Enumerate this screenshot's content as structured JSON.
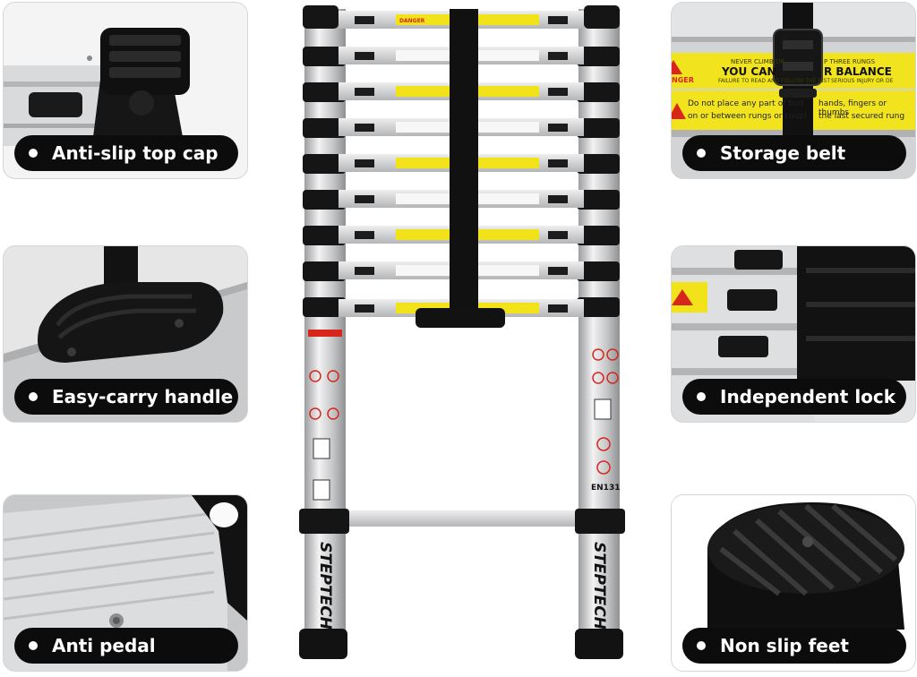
{
  "features": {
    "top_left": {
      "label": "Anti-slip top cap",
      "icon": "bullet-dot-icon"
    },
    "mid_left": {
      "label": "Easy-carry handle",
      "icon": "bullet-dot-icon"
    },
    "bot_left": {
      "label": "Anti pedal",
      "icon": "bullet-dot-icon"
    },
    "top_right": {
      "label": "Storage belt",
      "icon": "bullet-dot-icon"
    },
    "mid_right": {
      "label": "Independent lock",
      "icon": "bullet-dot-icon"
    },
    "bot_right": {
      "label": "Non slip feet",
      "icon": "bullet-dot-icon"
    }
  },
  "belt_label": {
    "line1_prefix": "NEVER CLIMB OR",
    "line1_suffix": "P THREE RUNGS",
    "headline_left": "YOU CAN",
    "headline_right": "R BALANCE",
    "warning_tag": "NGER",
    "line3_left": "FAILURE TO READ AND FOLLOW THE INST",
    "line3_right": "SERIOUS INJURY OR DE",
    "body_left_1": "Do not place any part of bod",
    "body_right_1": "hands, fingers or thumbs",
    "body_left_2": "on or between rungs or coupl",
    "body_right_2": "the last secured rung"
  },
  "ladder": {
    "brand": "STEPTECH",
    "standard": "EN131",
    "danger_tag": "DANGER"
  },
  "colors": {
    "pill_bg": "#0c0c0c",
    "pill_text": "#ffffff",
    "warning_yellow": "#f2e21a",
    "warning_red": "#d8261c",
    "aluminium": "#d4d5d7",
    "rubber": "#141414"
  }
}
